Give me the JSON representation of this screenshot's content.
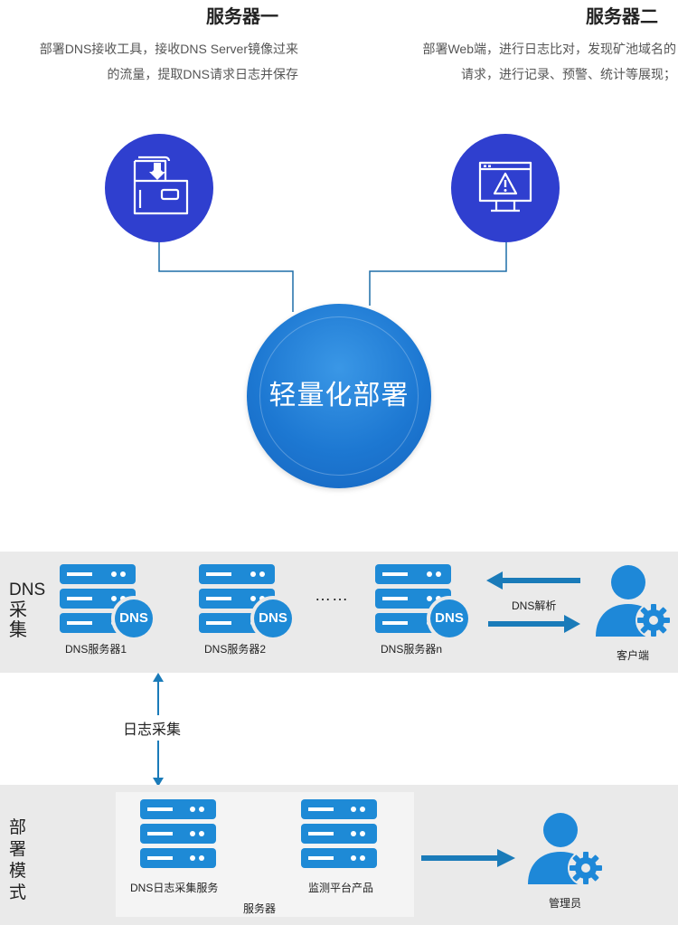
{
  "top": {
    "server1": {
      "title": "服务器一",
      "desc_line1": "部署DNS接收工具，接收DNS Server镜像过来",
      "desc_line2": "的流量，提取DNS请求日志并保存",
      "icon": "data-receive-icon"
    },
    "server2": {
      "title": "服务器二",
      "desc_line1": "部署Web端，进行日志比对，发现矿池域名的",
      "desc_line2": "请求，进行记录、预警、统计等展现；",
      "icon": "monitor-alert-icon"
    },
    "center_label": "轻量化部署"
  },
  "dns_section": {
    "label_line1": "DNS",
    "label_line2": "采",
    "label_line3": "集",
    "badge_text": "DNS",
    "servers": [
      {
        "label": "DNS服务器1"
      },
      {
        "label": "DNS服务器2"
      },
      {
        "label": "DNS服务器n"
      }
    ],
    "ellipsis": "……",
    "resolve_label": "DNS解析",
    "client_label": "客户端"
  },
  "log_collect_label": "日志采集",
  "deploy_section": {
    "label_chars": [
      "部",
      "署",
      "模",
      "式"
    ],
    "services": [
      {
        "label": "DNS日志采集服务"
      },
      {
        "label": "监测平台产品"
      }
    ],
    "server_label": "服务器",
    "admin_label": "管理员"
  },
  "colors": {
    "top_circle": "#2f3fcf",
    "center_circle": "#1976d2",
    "connector": "#1e6fa8",
    "server_blue": "#1e8ad6",
    "arrow_blue": "#1a7bb9",
    "person_blue": "#1e88d8"
  }
}
